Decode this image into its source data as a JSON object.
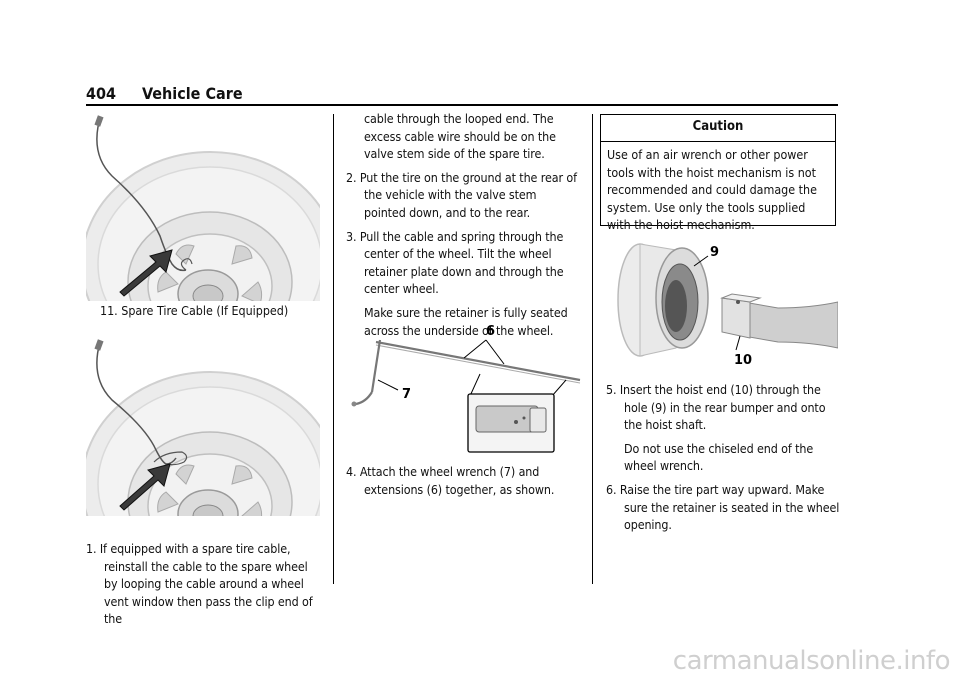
{
  "header": {
    "page_number": "404",
    "section": "Vehicle Care"
  },
  "figure1": {
    "caption": "11.  Spare Tire Cable (If Equipped)"
  },
  "col1": {
    "step1": "1.  If equipped with a spare tire cable, reinstall the cable to the spare wheel by looping the cable around a wheel vent window then pass the clip end of the"
  },
  "col2": {
    "cont": "cable through the looped end. The excess cable wire should be on the valve stem side of the spare tire.",
    "step2": "2.  Put the tire on the ground at the rear of the vehicle with the valve stem pointed down, and to the rear.",
    "step3": "3.  Pull the cable and spring through the center of the wheel. Tilt the wheel retainer plate down and through the center wheel.",
    "step3_note": "Make sure the retainer is fully seated across the underside of the wheel.",
    "fig_label_6": "6",
    "fig_label_7": "7",
    "step4": "4.  Attach the wheel wrench (7) and extensions (6) together, as shown."
  },
  "col3": {
    "caution_title": "Caution",
    "caution_body": "Use of an air wrench or other power tools with the hoist mechanism is not recommended and could damage the system. Use only the tools supplied with the hoist mechanism.",
    "fig_label_9": "9",
    "fig_label_10": "10",
    "step5": "5.  Insert the hoist end (10) through the hole (9) in the rear bumper and onto the hoist shaft.",
    "step5_note": "Do not use the chiseled end of the wheel wrench.",
    "step6": "6.  Raise the tire part way upward. Make sure the retainer is seated in the wheel opening."
  },
  "watermark": "carmanualsonline.info"
}
